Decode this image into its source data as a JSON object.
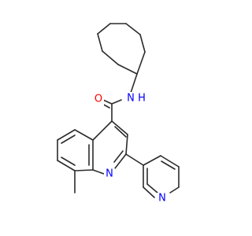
{
  "molecule": {
    "atoms": [
      {
        "id": "O1",
        "symbol": "O",
        "color": "#ff0000"
      },
      {
        "id": "N1",
        "symbol": "N",
        "color": "#0000ff"
      },
      {
        "id": "H1",
        "symbol": "H",
        "color": "#0000ff"
      },
      {
        "id": "N2",
        "symbol": "N",
        "color": "#0000ff"
      },
      {
        "id": "N3",
        "symbol": "N",
        "color": "#0000ff"
      }
    ],
    "bond_color": "#2b2b2b"
  }
}
